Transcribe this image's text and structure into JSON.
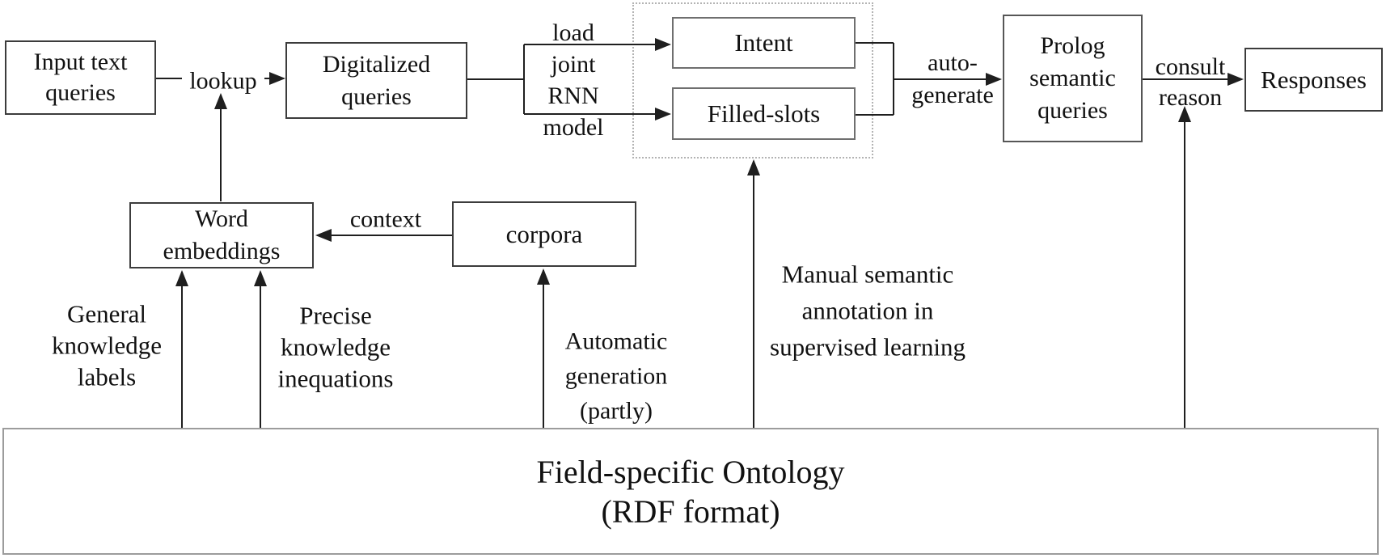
{
  "diagram": {
    "boxes": {
      "input": {
        "label": "Input text\nqueries"
      },
      "digitalized": {
        "label": "Digitalized\nqueries"
      },
      "intent": {
        "label": "Intent"
      },
      "filled_slots": {
        "label": "Filled-slots"
      },
      "prolog": {
        "label": "Prolog\nsemantic\nqueries"
      },
      "responses": {
        "label": "Responses"
      },
      "word_embeddings": {
        "label": "Word\nembeddings"
      },
      "corpora": {
        "label": "corpora"
      },
      "ontology": {
        "label": "Field-specific Ontology\n(RDF format)"
      }
    },
    "edge_labels": {
      "lookup": "lookup",
      "load_joint_rnn_model": "load\njoint\nRNN\nmodel",
      "auto_generate": "auto-\ngenerate",
      "consult_reason": "consult\nreason",
      "context": "context",
      "general_knowledge_labels": "General\nknowledge\nlabels",
      "precise_knowledge_inequations": "Precise\nknowledge\ninequations",
      "automatic_generation_partly": "Automatic\ngeneration\n(partly)",
      "manual_semantic_annotation": "Manual semantic\nannotation in\nsupervised learning"
    },
    "colors": {
      "background": "#ffffff",
      "line": "#1f1f1f",
      "box_border": "#3c3c3c",
      "inner_box_border": "#6f6f6f",
      "ontology_border": "#9c9c9c",
      "dotted_border": "#b3b3b3",
      "text": "#111111"
    }
  }
}
